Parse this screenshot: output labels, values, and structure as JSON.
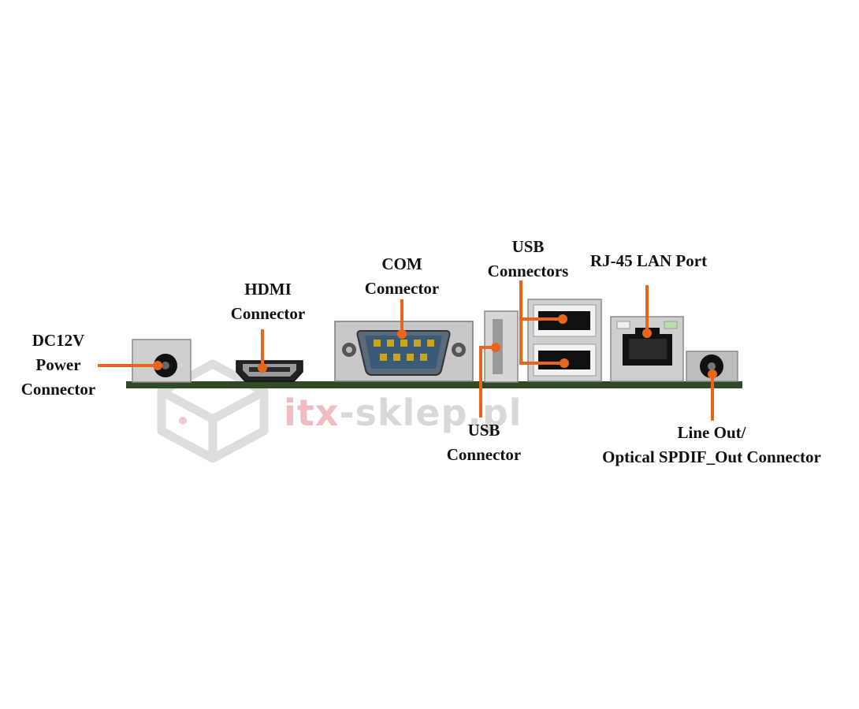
{
  "labels": {
    "dc_power": [
      "DC12V",
      "Power",
      "Connector"
    ],
    "hdmi": [
      "HDMI",
      "Connector"
    ],
    "com": [
      "COM",
      "Connector"
    ],
    "usb_top": [
      "USB",
      "Connectors"
    ],
    "rj45": [
      "RJ-45 LAN Port"
    ],
    "usb_bottom": [
      "USB",
      "Connector"
    ],
    "line_out": [
      "Line Out/",
      "Optical SPDIF_Out Connector"
    ]
  },
  "watermark": {
    "text_accent": "itx",
    "text_rest": "-sklep.pl",
    "accent_color": "#e8a0a8",
    "gray_color": "#c8c8c8"
  },
  "colors": {
    "leader": "#e8661c",
    "board": "#2f4a24",
    "port_body": "#c8c8c8",
    "port_dark": "#1a1a1a",
    "com_pin": "#c9a51a",
    "com_inner": "#3a5a78"
  }
}
